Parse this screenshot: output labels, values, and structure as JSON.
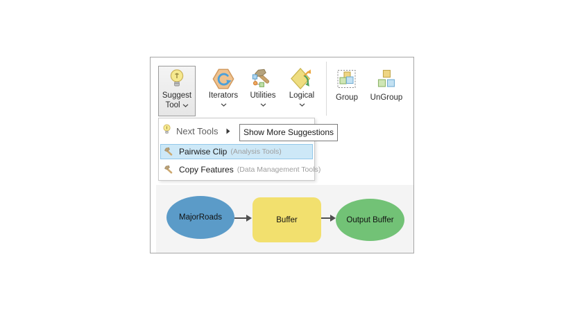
{
  "toolbar": {
    "suggest_tool": {
      "label_line1": "Suggest",
      "label_line2": "Tool",
      "icon": "lightbulb-icon",
      "state": "open"
    },
    "iterators": {
      "label": "Iterators",
      "icon": "iterators-hexagon-icon"
    },
    "utilities": {
      "label": "Utilities",
      "icon": "utilities-hammer-icon"
    },
    "logical": {
      "label": "Logical",
      "icon": "logical-diamond-icon"
    },
    "group": {
      "label": "Group",
      "icon": "group-icon"
    },
    "ungroup": {
      "label": "UnGroup",
      "icon": "ungroup-icon"
    }
  },
  "suggest_menu": {
    "header": {
      "label": "Next Tools",
      "icon": "lightbulb-icon"
    },
    "flyout_label": "Show More Suggestions",
    "items": [
      {
        "label": "Pairwise Clip",
        "toolbox": "(Analysis Tools)",
        "icon": "hammer-icon",
        "selected": true
      },
      {
        "label": "Copy Features",
        "toolbox": "(Data Management Tools)",
        "icon": "hammer-icon",
        "selected": false
      }
    ]
  },
  "model_canvas": {
    "nodes": [
      {
        "label": "MajorRoads",
        "shape": "ellipse",
        "role": "input-variable",
        "fill": "#5b9bc8"
      },
      {
        "label": "Buffer",
        "shape": "rounded-rectangle",
        "role": "tool",
        "fill": "#f2e06e"
      },
      {
        "label": "Output Buffer",
        "shape": "ellipse",
        "role": "output-variable",
        "fill": "#72c276"
      }
    ],
    "connections": [
      {
        "from": "MajorRoads",
        "to": "Buffer"
      },
      {
        "from": "Buffer",
        "to": "Output Buffer"
      }
    ]
  },
  "colors": {
    "panel_border": "#a6a6a6",
    "canvas_bg": "#f4f4f4",
    "menu_highlight_bg": "#cde8f7",
    "menu_highlight_border": "#92c8ea",
    "secondary_text": "#9e9e9e",
    "node_blue": "#5b9bc8",
    "node_yellow": "#f2e06e",
    "node_green": "#72c276"
  }
}
